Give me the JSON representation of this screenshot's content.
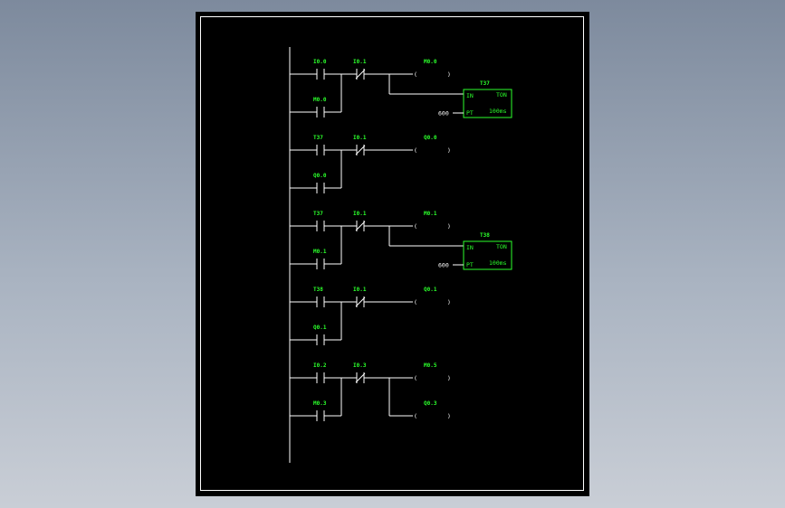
{
  "diagram": {
    "rungs": [
      {
        "inputs": [
          "I0.0",
          "M0.0"
        ],
        "series_contact": "I0.1",
        "outputs": [
          "M0.0"
        ],
        "timer": {
          "name": "T37",
          "in_label": "IN",
          "type_label": "TON",
          "pt_label": "PT",
          "pt_value": "600",
          "base": "100ms"
        }
      },
      {
        "inputs": [
          "T37",
          "Q0.0"
        ],
        "series_contact": "I0.1",
        "outputs": [
          "Q0.0"
        ]
      },
      {
        "inputs": [
          "T37",
          "M0.1"
        ],
        "series_contact": "I0.1",
        "outputs": [
          "M0.1"
        ],
        "timer": {
          "name": "T38",
          "in_label": "IN",
          "type_label": "TON",
          "pt_label": "PT",
          "pt_value": "600",
          "base": "100ms"
        }
      },
      {
        "inputs": [
          "T38",
          "Q0.1"
        ],
        "series_contact": "I0.1",
        "outputs": [
          "Q0.1"
        ]
      },
      {
        "inputs": [
          "I0.2",
          "M0.3"
        ],
        "series_contact": "I0.3",
        "outputs": [
          "M0.5",
          "Q0.3"
        ]
      }
    ]
  }
}
